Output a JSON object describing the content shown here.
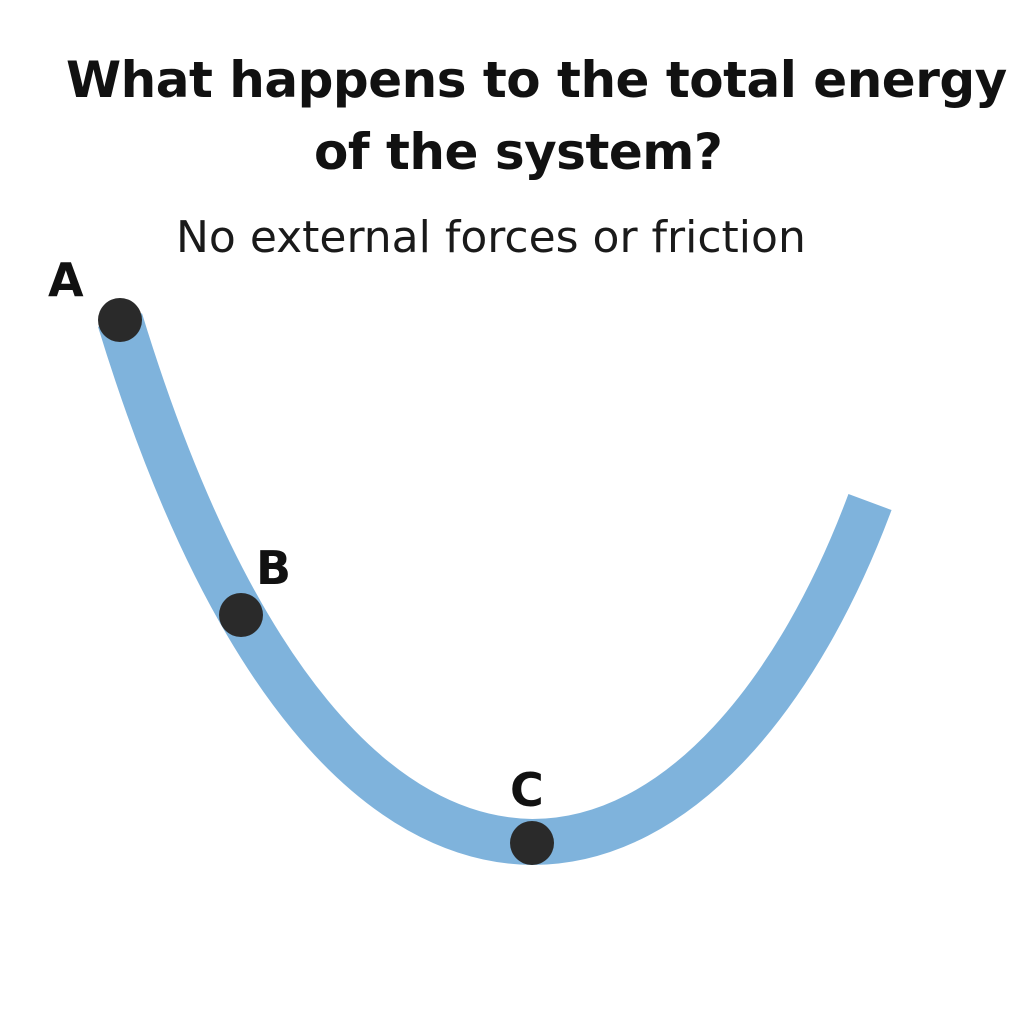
{
  "question": {
    "line1": "What happens to the total energy",
    "line2": "of the system?"
  },
  "subtitle": "No external forces or friction",
  "diagram": {
    "track_color": "#7fb3dc",
    "bead_color": "#2a2a2a",
    "points": [
      {
        "label": "A"
      },
      {
        "label": "B"
      },
      {
        "label": "C"
      }
    ]
  }
}
